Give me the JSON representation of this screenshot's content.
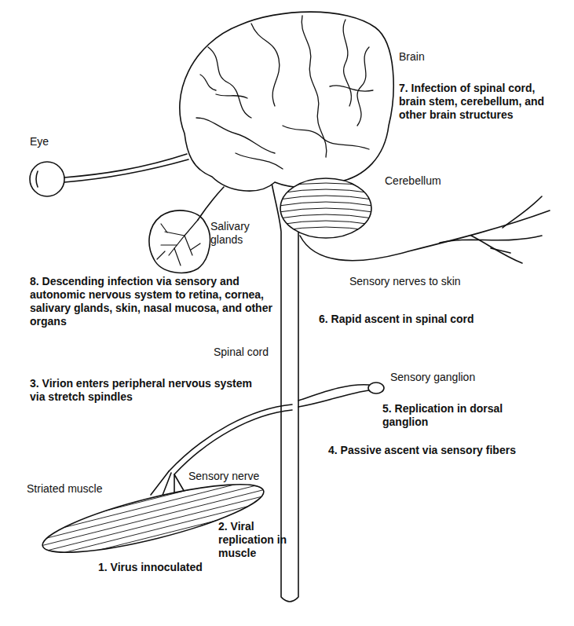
{
  "diagram": {
    "labels": [
      "Brain",
      "7. Infection of spinal cord, brain stem, cerebellum, and other brain structures",
      "Eye",
      "Cerebellum",
      "Salivary glands",
      "8. Descending infection via sensory and autonomic nervous system to retina, cornea, salivary glands, skin, nasal mucosa, and other organs",
      "Sensory nerves to skin",
      "6. Rapid ascent in spinal cord",
      "Spinal cord",
      "Sensory ganglion",
      "3. Virion enters peripheral nervous system via stretch spindles",
      "5. Replication in dorsal ganglion",
      "4. Passive ascent via sensory fibers",
      "Sensory nerve",
      "Striated muscle",
      "2. Viral replication in muscle",
      "1. Virus innoculated"
    ]
  }
}
